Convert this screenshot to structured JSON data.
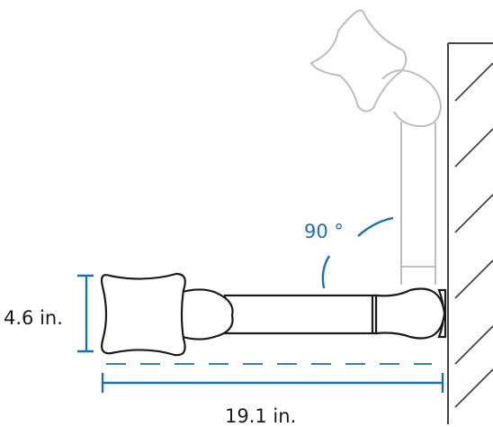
{
  "dimensions": {
    "height_label": "4.6 in.",
    "width_label": "19.1 in.",
    "angle_label": "90 °"
  },
  "colors": {
    "outline": "#1a1a1a",
    "ghost_outline": "#bdbdbd",
    "dimension_blue": "#1f6fa8",
    "wall": "#444444"
  }
}
